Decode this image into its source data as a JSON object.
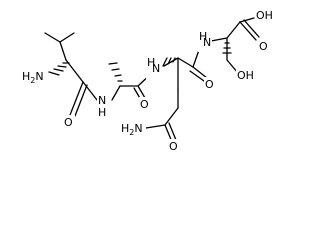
{
  "molecule": {
    "atom_labels": [
      {
        "id": "oh-acid",
        "text": "OH"
      },
      {
        "id": "carbonyl-o-acid",
        "text": "O"
      },
      {
        "id": "amine-nh2",
        "text": "H2N"
      },
      {
        "id": "amide-nh-1",
        "text": "N"
      },
      {
        "id": "amide-h-1",
        "text": "H"
      },
      {
        "id": "amide-nh-2",
        "text": "N"
      },
      {
        "id": "amide-h-2",
        "text": "H"
      },
      {
        "id": "amide-nh-3",
        "text": "N"
      },
      {
        "id": "amide-h-3",
        "text": "H"
      },
      {
        "id": "carbonyl-o-val",
        "text": "O"
      },
      {
        "id": "carbonyl-o-ala",
        "text": "O"
      },
      {
        "id": "carbonyl-o-gln",
        "text": "O"
      },
      {
        "id": "hydroxyl-ser",
        "text": "OH"
      },
      {
        "id": "sidechain-nh2",
        "text": "H2N"
      },
      {
        "id": "sidechain-o",
        "text": "O"
      }
    ]
  }
}
